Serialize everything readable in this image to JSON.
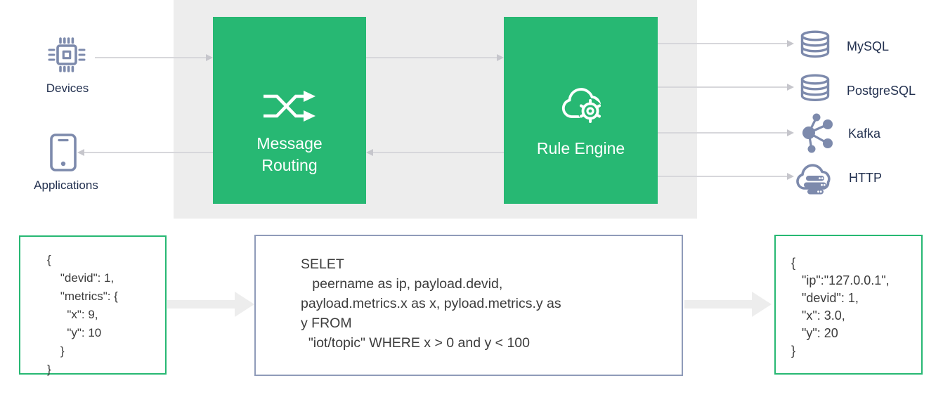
{
  "colors": {
    "accent_green": "#27b873",
    "icon_slate": "#7d8aac",
    "label_navy": "#22304f",
    "panel_gray": "#ededed",
    "code_border_slate": "#8f9bb9",
    "code_text": "#3c3c3c",
    "arrow_gray": "#d7d7db"
  },
  "sources": [
    {
      "id": "devices",
      "label": "Devices",
      "icon": "chip-icon"
    },
    {
      "id": "applications",
      "label": "Applications",
      "icon": "smartphone-icon"
    }
  ],
  "processors": [
    {
      "id": "message-routing",
      "label": "Message Routing",
      "icon": "shuffle-icon"
    },
    {
      "id": "rule-engine",
      "label": "Rule Engine",
      "icon": "cloud-gear-icon"
    }
  ],
  "sinks": [
    {
      "id": "mysql",
      "label": "MySQL",
      "icon": "database-icon"
    },
    {
      "id": "postgresql",
      "label": "PostgreSQL",
      "icon": "database-icon"
    },
    {
      "id": "kafka",
      "label": "Kafka",
      "icon": "kafka-icon"
    },
    {
      "id": "http",
      "label": "HTTP",
      "icon": "cloud-server-icon"
    }
  ],
  "code_boxes": {
    "input_json": {
      "text": "{\n    \"devid\": 1,\n    \"metrics\": {\n      \"x\": 9,\n      \"y\": 10\n    }\n}"
    },
    "rule_sql": {
      "text": "SELET\n   peername as ip, payload.devid,\npayload.metrics.x as x, pyload.metrics.y as\ny FROM\n  \"iot/topic\" WHERE x > 0 and y < 100"
    },
    "output_json": {
      "text": "{\n   \"ip\":\"127.0.0.1\",\n   \"devid\": 1,\n   \"x\": 3.0,\n   \"y\": 20\n}"
    }
  }
}
